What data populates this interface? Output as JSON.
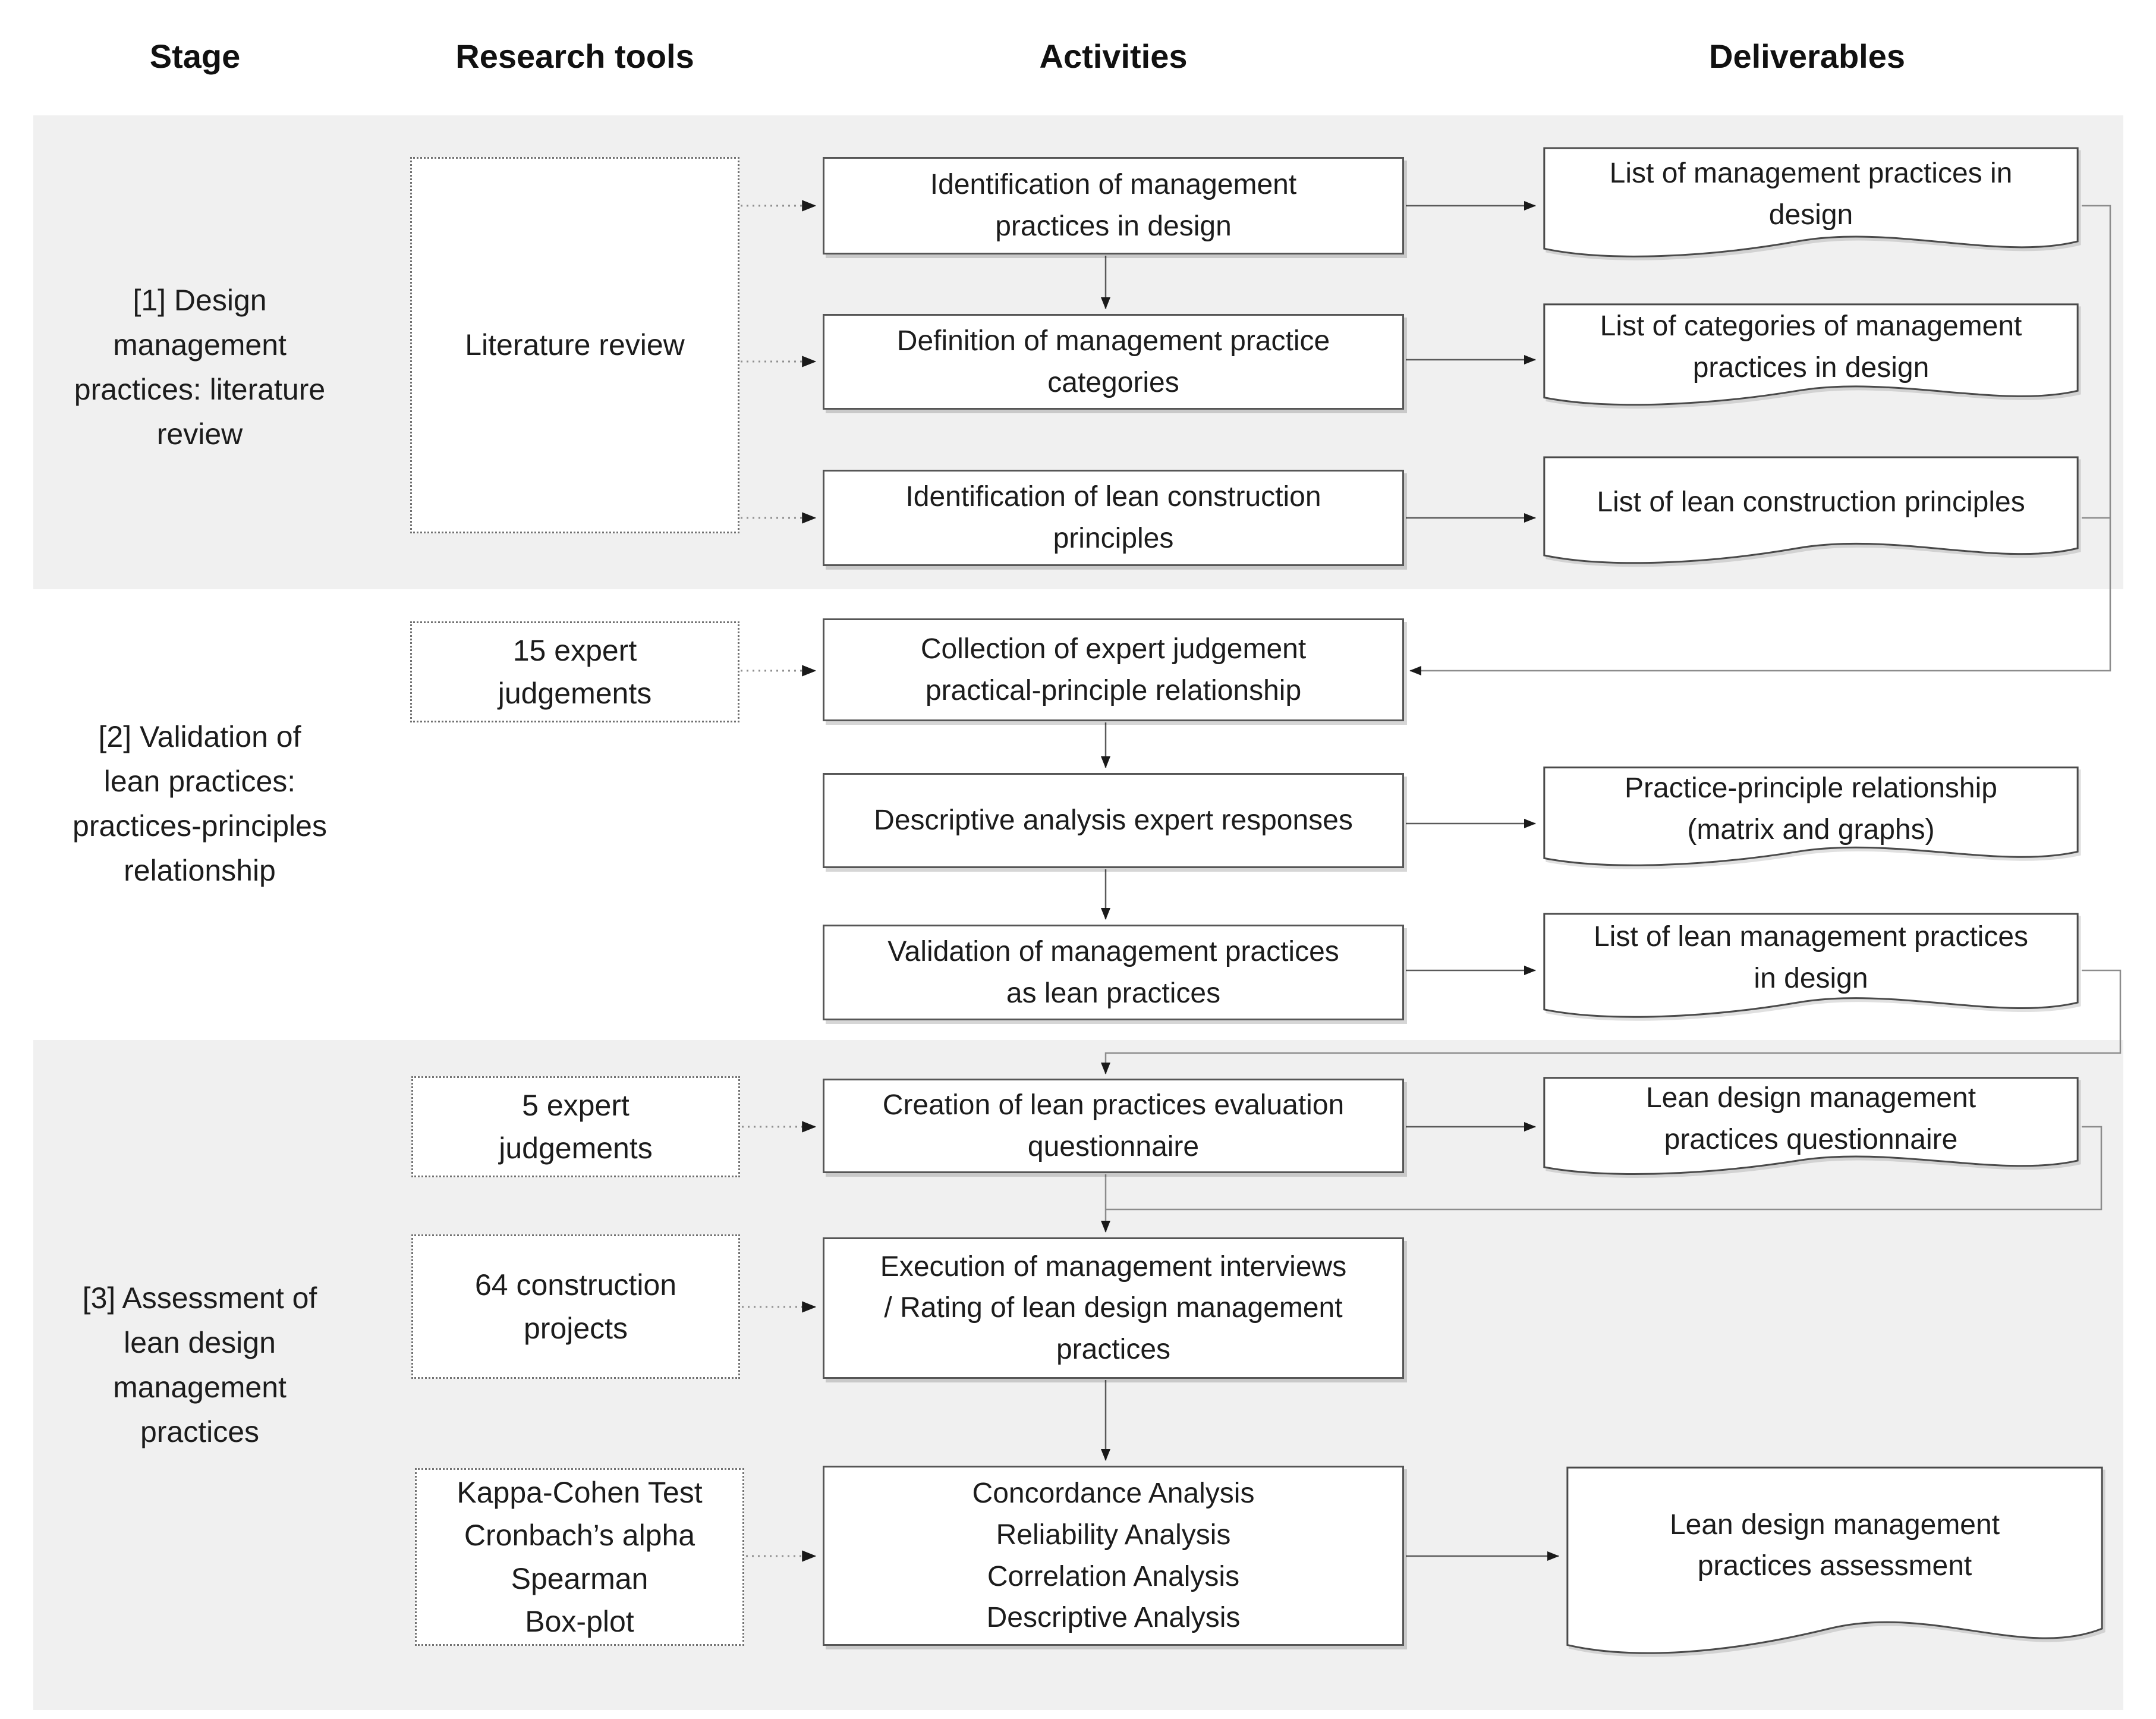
{
  "columns": {
    "stage": "Stage",
    "tools": "Research tools",
    "activities": "Activities",
    "deliverables": "Deliverables"
  },
  "colors": {
    "stage_band": "#f0f0f0",
    "box_border": "#565656",
    "doc_border": "#4a4a4a",
    "arrow": "#5a5a5a",
    "routing_line": "#8c8c8c",
    "dotted_line": "#909090",
    "text": "#1c1c1c"
  },
  "stage1": {
    "label": "[1] Design\nmanagement\npractices: literature\nreview",
    "tool": "Literature review",
    "activities": [
      "Identification of management\npractices in design",
      "Definition of management practice\ncategories",
      "Identification of lean construction\nprinciples"
    ],
    "deliverables": [
      "List of management practices in\ndesign",
      "List of categories of management\npractices in design",
      "List of lean construction principles"
    ]
  },
  "stage2": {
    "label": "[2] Validation of\nlean practices:\npractices-principles\nrelationship",
    "tool": "15 expert\njudgements",
    "activities": [
      "Collection of expert judgement\npractical-principle relationship",
      "Descriptive analysis expert responses",
      "Validation of management practices\nas lean practices"
    ],
    "deliverables": [
      "Practice-principle relationship\n(matrix and graphs)",
      "List of lean management practices\nin design"
    ]
  },
  "stage3": {
    "label": "[3] Assessment of\nlean design\nmanagement\npractices",
    "tools": [
      "5 expert\njudgements",
      "64 construction\nprojects",
      "Kappa-Cohen Test\nCronbach’s alpha\nSpearman\nBox-plot"
    ],
    "activities": [
      "Creation of lean practices evaluation\nquestionnaire",
      "Execution of management interviews\n/ Rating of lean design management\npractices",
      "Concordance Analysis\nReliability Analysis\nCorrelation Analysis\nDescriptive Analysis"
    ],
    "deliverables": [
      "Lean design management\npractices questionnaire",
      "Lean design management\npractices assessment"
    ]
  }
}
